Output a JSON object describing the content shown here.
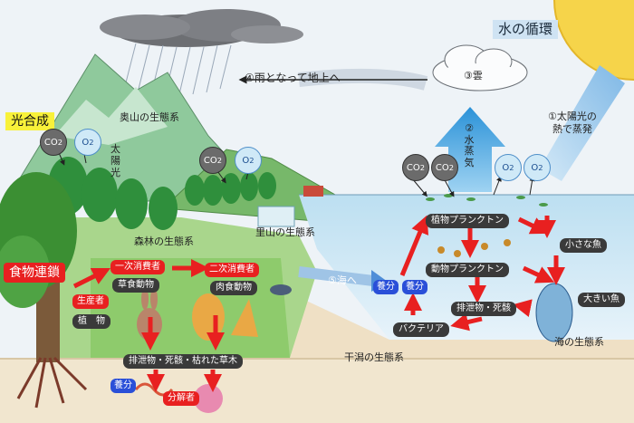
{
  "title": "水の循環",
  "photosynthesis": "光合成",
  "food_chain": "食物連鎖",
  "rain": "④雨となって地上へ",
  "cloud": "③雲",
  "vapor": "②水蒸気",
  "sunlight_evaporation": [
    "①太陽光の",
    "熱で蒸発"
  ],
  "sun_rays": "太陽光",
  "to_sea": "⑤海へ",
  "ecosystems": {
    "okuyama": "奥山の生態系",
    "forest": "森林の生態系",
    "satoyama": "里山の生態系",
    "tidal_flat": "干潟の生態系",
    "sea": "海の生態系"
  },
  "molecules": {
    "co2": "CO",
    "o2": "O",
    "sub": "2"
  },
  "land_chain": {
    "producer": "生産者",
    "plant": "植　物",
    "primary": "一次消費者",
    "herbivore": "草食動物",
    "secondary": "二次消費者",
    "carnivore": "肉食動物",
    "waste": "排泄物・死骸・枯れた草木",
    "nutrient": "養分",
    "decomposer": "分解者"
  },
  "sea_chain": {
    "phytoplankton": "植物プランクトン",
    "zooplankton": "動物プランクトン",
    "small_fish": "小さな魚",
    "big_fish": "大きい魚",
    "waste": "排泄物・死骸",
    "bacteria": "バクテリア",
    "nutrient1": "養分",
    "nutrient2": "養分"
  }
}
